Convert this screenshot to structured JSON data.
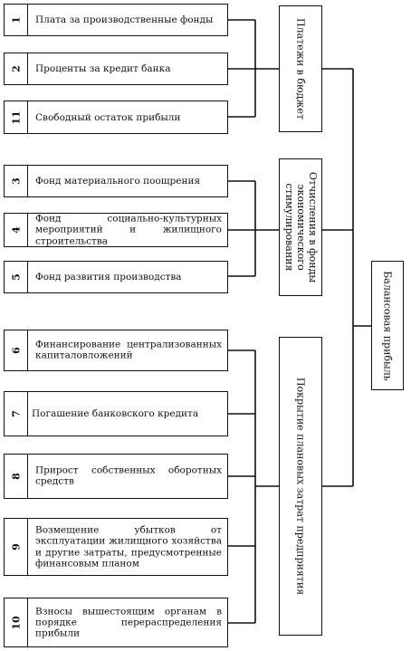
{
  "items": [
    {
      "num": "1",
      "label": "Плата за производственные фонды"
    },
    {
      "num": "2",
      "label": "Проценты за кредит банка"
    },
    {
      "num": "11",
      "label": "Свободный остаток прибыли"
    },
    {
      "num": "3",
      "label": "Фонд материального поощрения"
    },
    {
      "num": "4",
      "label": "Фонд социально-культурных мероприятий и жилищного строительства"
    },
    {
      "num": "5",
      "label": "Фонд развития производства"
    },
    {
      "num": "6",
      "label": "Финансирование централизованных капиталовложений"
    },
    {
      "num": "7",
      "label": "Погашение банковского кредита"
    },
    {
      "num": "8",
      "label": "Прирост собственных оборотных средств"
    },
    {
      "num": "9",
      "label": "Возмещение убытков от эксплуатации жилищного хозяйства и другие затраты, предусмотренные финансовым планом"
    },
    {
      "num": "10",
      "label": "Взносы вышестоящим органам в порядке перераспределения прибыли"
    }
  ],
  "groups": [
    {
      "label": "Платежи в бюджет"
    },
    {
      "label": "Отчисления в фонды экономического стимулирования"
    },
    {
      "label": "Покрытие плановых затрат предприятия"
    }
  ],
  "root": {
    "label": "Балансовая прибыль"
  }
}
